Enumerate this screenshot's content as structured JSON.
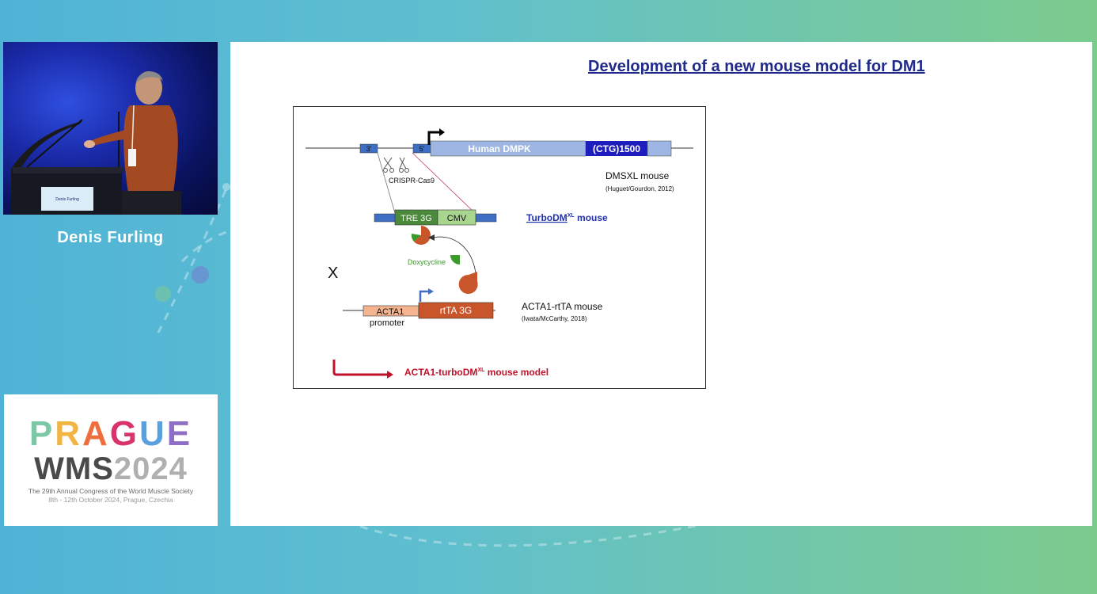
{
  "speaker": {
    "name": "Denis Furling",
    "podium_sign": "Denis Furling"
  },
  "logo": {
    "prague_letters": [
      {
        "char": "P",
        "color": "#7cc7a6"
      },
      {
        "char": "R",
        "color": "#f2b544"
      },
      {
        "char": "A",
        "color": "#ee6f3d"
      },
      {
        "char": "G",
        "color": "#d8336b"
      },
      {
        "char": "U",
        "color": "#5aa0dd"
      },
      {
        "char": "E",
        "color": "#8f6fc5"
      }
    ],
    "wms": "WMS",
    "year": "2024",
    "subtitle_line1": "The 29th Annual Congress of the World Muscle Society",
    "subtitle_line2": "8th - 12th October 2024, Prague, Czechia"
  },
  "slide": {
    "title": "Development of a new mouse model for DM1",
    "diagram": {
      "dmsxl": {
        "three_prime": "3'",
        "five_prime": "5'",
        "gene_label": "Human DMPK",
        "repeat_label": "(CTG)1500",
        "mouse_label": "DMSXL mouse",
        "citation": "(Huguet/Gourdon, 2012)"
      },
      "crispr_label": "CRISPR-Cas9",
      "turbo": {
        "tre_label": "TRE 3G",
        "cmv_label": "CMV",
        "mouse_label_main": "TurboDM",
        "mouse_label_sup": "XL",
        "mouse_label_suffix": " mouse"
      },
      "doxycycline_label": "Doxycycline",
      "cross_symbol": "X",
      "acta1": {
        "promoter_label": "ACTA1",
        "promoter_label_2": "promoter",
        "rtta_label": "rtTA 3G",
        "mouse_label": "ACTA1-rtTA mouse",
        "citation": "(Iwata/McCarthy, 2018)"
      },
      "result": {
        "label_main": "ACTA1-turboDM",
        "label_sup": "XL",
        "label_suffix": " mouse model"
      },
      "colors": {
        "dmpk_fill": "#9db6e3",
        "repeat_fill": "#1e1ebf",
        "arm_fill": "#3f6fc4",
        "tre_fill": "#4a8a3a",
        "cmv_fill": "#a9d68f",
        "rtta_fill": "#c9562a",
        "promoter_fill": "#f4b48f",
        "result_color": "#c0102a",
        "turbo_label_color": "#2233aa",
        "dox_color": "#3a9a2a"
      }
    }
  }
}
